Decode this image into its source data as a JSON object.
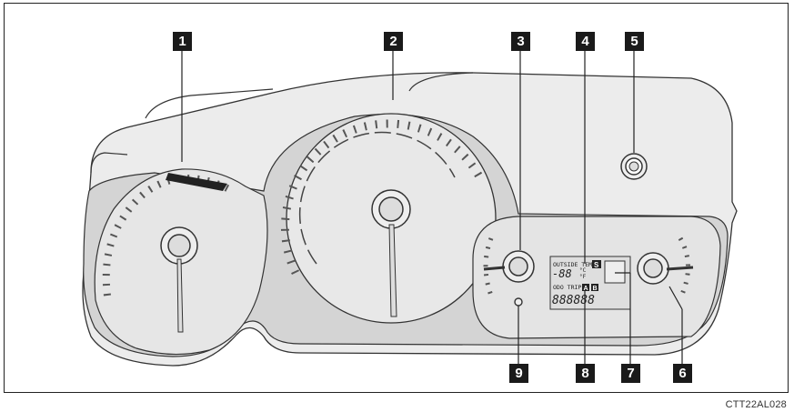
{
  "callouts": [
    "1",
    "2",
    "3",
    "4",
    "5",
    "6",
    "7",
    "8",
    "9"
  ],
  "display": {
    "outside_temp_label": "OUTSIDE TEMP",
    "temp_value": "-88",
    "unit_c": "°C",
    "unit_f": "°F",
    "shift_indicator": "S",
    "odo_trip_label": "ODO TRIP",
    "trip_a": "A",
    "trip_b": "B",
    "odometer_digits": "888888"
  },
  "caption": "CTT22AL028"
}
